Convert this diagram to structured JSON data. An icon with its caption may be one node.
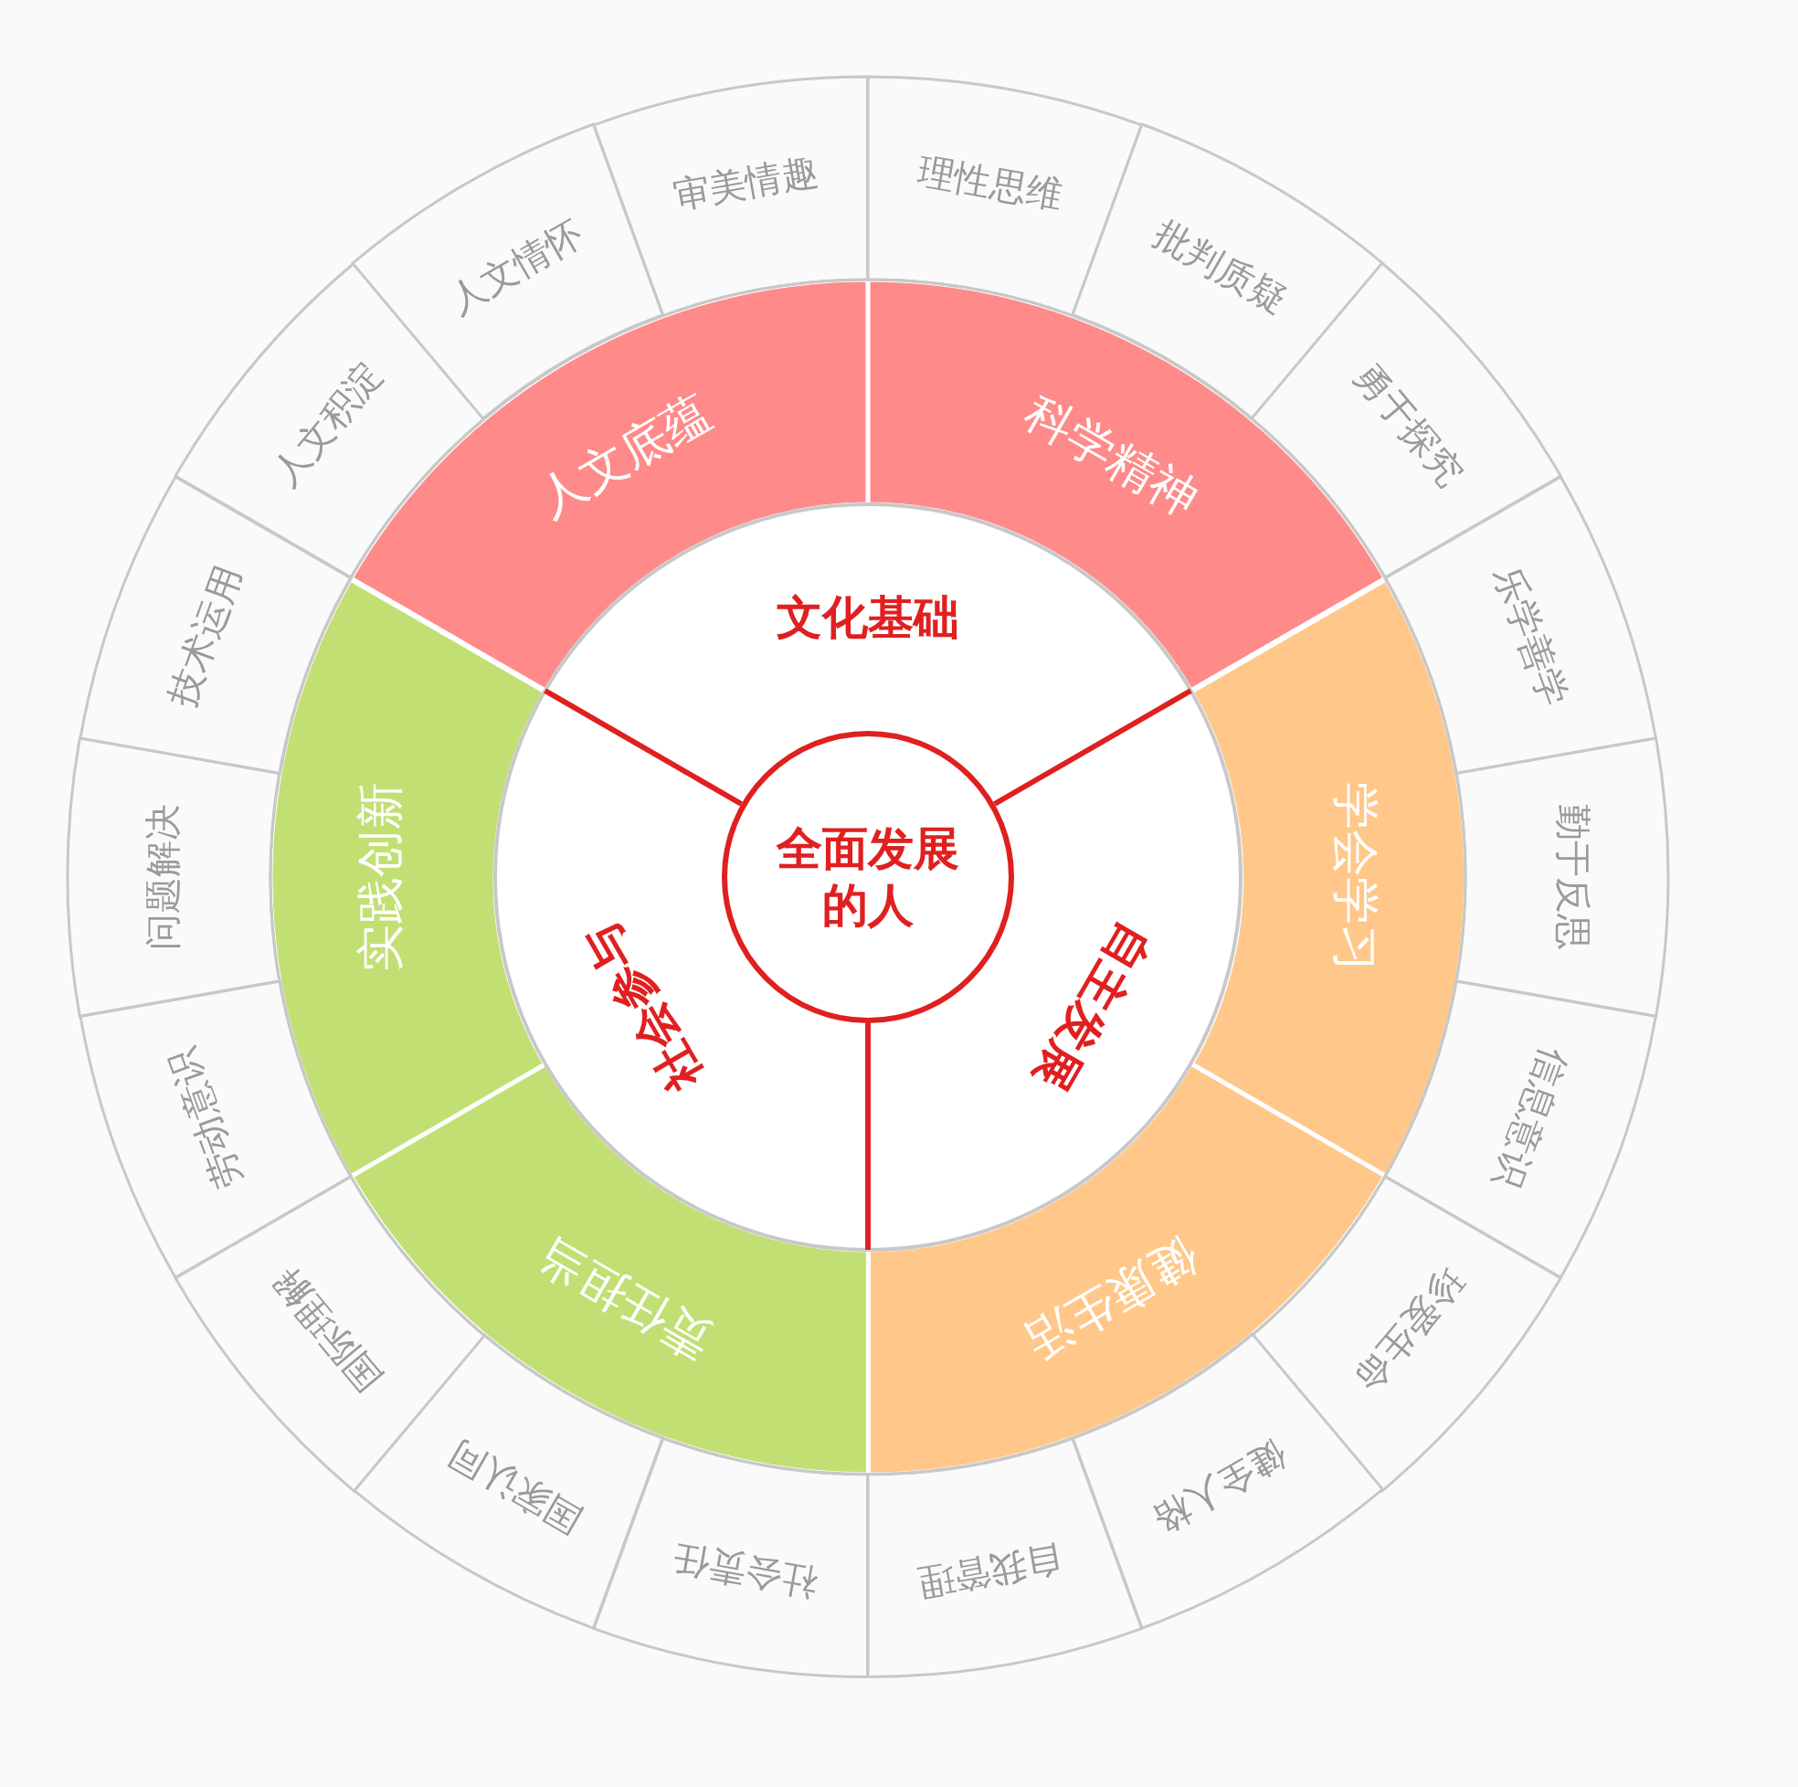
{
  "diagram": {
    "nodes": [
      {
        "text": [
          "全面发展的人"
        ]
      },
      {
        "text": [
          "文化基础"
        ]
      },
      {
        "text": [
          "自主发展"
        ]
      },
      {
        "text": [
          "社会参与"
        ]
      },
      {
        "text": [
          "人文底蕴"
        ]
      },
      {
        "text": [
          "科学精神"
        ]
      },
      {
        "text": [
          "学会学习"
        ]
      },
      {
        "text": [
          "健康生活"
        ]
      },
      {
        "text": [
          "责任担当"
        ]
      },
      {
        "text": [
          "实践创新"
        ]
      },
      {
        "text": [
          "人文积淀"
        ]
      },
      {
        "text": [
          "人文情怀"
        ]
      },
      {
        "text": [
          "审美情趣"
        ]
      },
      {
        "text": [
          "理性思维"
        ]
      },
      {
        "text": [
          "批判质疑"
        ]
      },
      {
        "text": [
          "勇于探究"
        ]
      },
      {
        "text": [
          "乐学善学"
        ]
      },
      {
        "text": [
          "勤于反思"
        ]
      },
      {
        "text": [
          "信息意识"
        ]
      },
      {
        "text": [
          "珍爱生命"
        ]
      },
      {
        "text": [
          "健全人格"
        ]
      },
      {
        "text": [
          "自我管理"
        ]
      },
      {
        "text": [
          "社会责任"
        ]
      },
      {
        "text": [
          "国家认同"
        ]
      },
      {
        "text": [
          "国际理解"
        ]
      },
      {
        "text": [
          "劳动意识"
        ]
      },
      {
        "text": [
          "问题解决"
        ]
      },
      {
        "text": [
          "技术运用"
        ]
      }
    ]
  }
}
